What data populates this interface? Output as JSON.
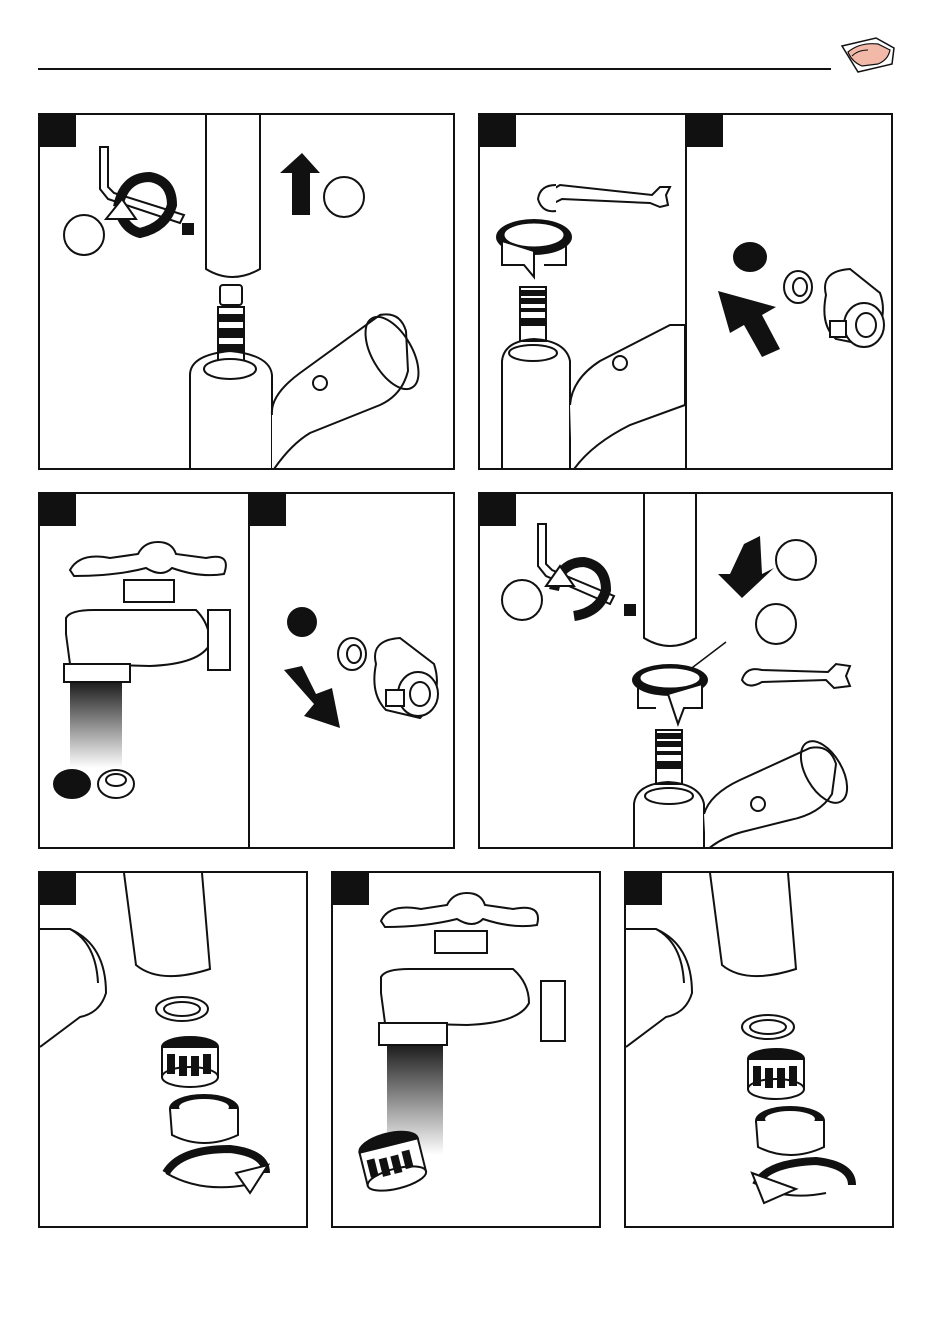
{
  "page": {
    "header_icon": "hand-touch-icon",
    "colors": {
      "line": "#111111",
      "background": "#ffffff"
    }
  },
  "steps": [
    {
      "id": "remove-handle-screw",
      "icons": [
        "allen-key-icon",
        "rotate-arrow-icon",
        "set-screw-icon",
        "arrow-up-icon",
        "spout-icon",
        "cartridge-icon"
      ]
    },
    {
      "id": "loosen-cartridge",
      "icons": [
        "wrench-icon",
        "rotate-arrow-icon",
        "cartridge-icon"
      ]
    },
    {
      "id": "insert-filter",
      "icons": [
        "filter-screen-icon",
        "ring-icon",
        "handle-sleeve-icon",
        "arrow-diag-icon"
      ]
    },
    {
      "id": "rinse-filter",
      "icons": [
        "outdoor-tap-icon",
        "water-stream-icon",
        "filter-screen-icon",
        "ring-icon"
      ]
    },
    {
      "id": "remove-filter",
      "icons": [
        "filter-screen-icon",
        "ring-icon",
        "handle-sleeve-icon",
        "arrow-diag-icon"
      ]
    },
    {
      "id": "reassemble",
      "icons": [
        "allen-key-icon",
        "rotate-arrow-icon",
        "arrow-down-icon",
        "wrench-icon",
        "cartridge-icon"
      ]
    },
    {
      "id": "unscrew-aerator",
      "icons": [
        "spout-icon",
        "washer-icon",
        "aerator-icon",
        "aerator-housing-icon",
        "rotate-arrow-icon"
      ]
    },
    {
      "id": "rinse-aerator",
      "icons": [
        "outdoor-tap-icon",
        "water-stream-icon",
        "aerator-icon"
      ]
    },
    {
      "id": "screw-on-aerator",
      "icons": [
        "spout-icon",
        "washer-icon",
        "aerator-icon",
        "aerator-housing-icon",
        "rotate-arrow-icon"
      ]
    }
  ]
}
